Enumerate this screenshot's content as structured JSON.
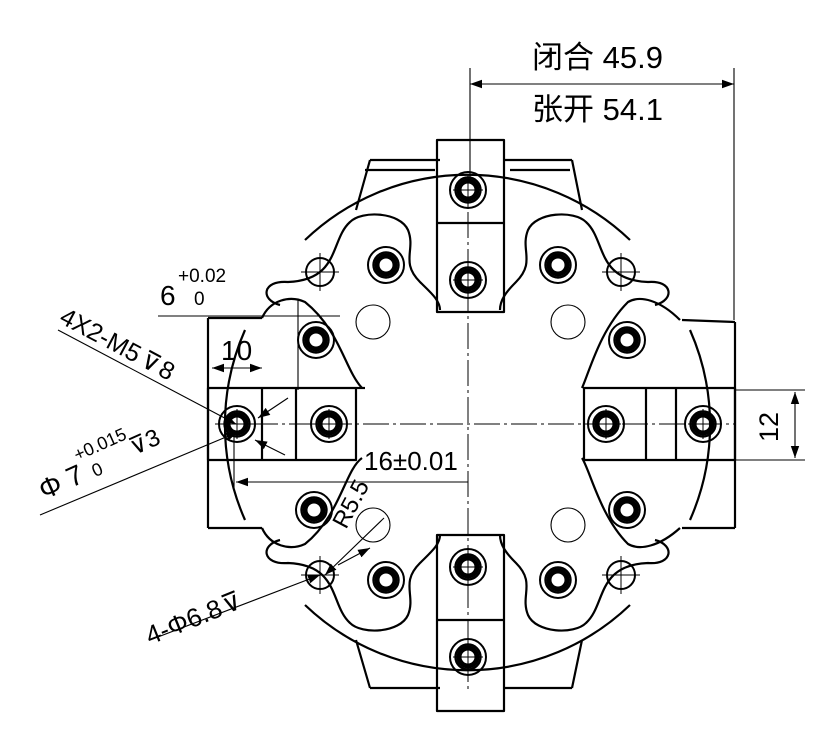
{
  "dimensions": {
    "closed": "闭合 45.9",
    "open": "张开 54.1",
    "slot_width": "12",
    "jaw_offset": "10",
    "hole_tol_main": "6",
    "hole_tol_plus": "+0.02",
    "hole_tol_minus": "0",
    "thread_callout": "4X2-M5",
    "thread_depth": "8",
    "dowel_main": "Φ 7",
    "dowel_plus": "+0.015",
    "dowel_minus": "0",
    "dowel_depth": "3",
    "center_dist": "16±0.01",
    "pcd": "R5.5",
    "thru_holes": "4-Φ6.8"
  },
  "colors": {
    "line": "#000000",
    "background": "#ffffff"
  }
}
